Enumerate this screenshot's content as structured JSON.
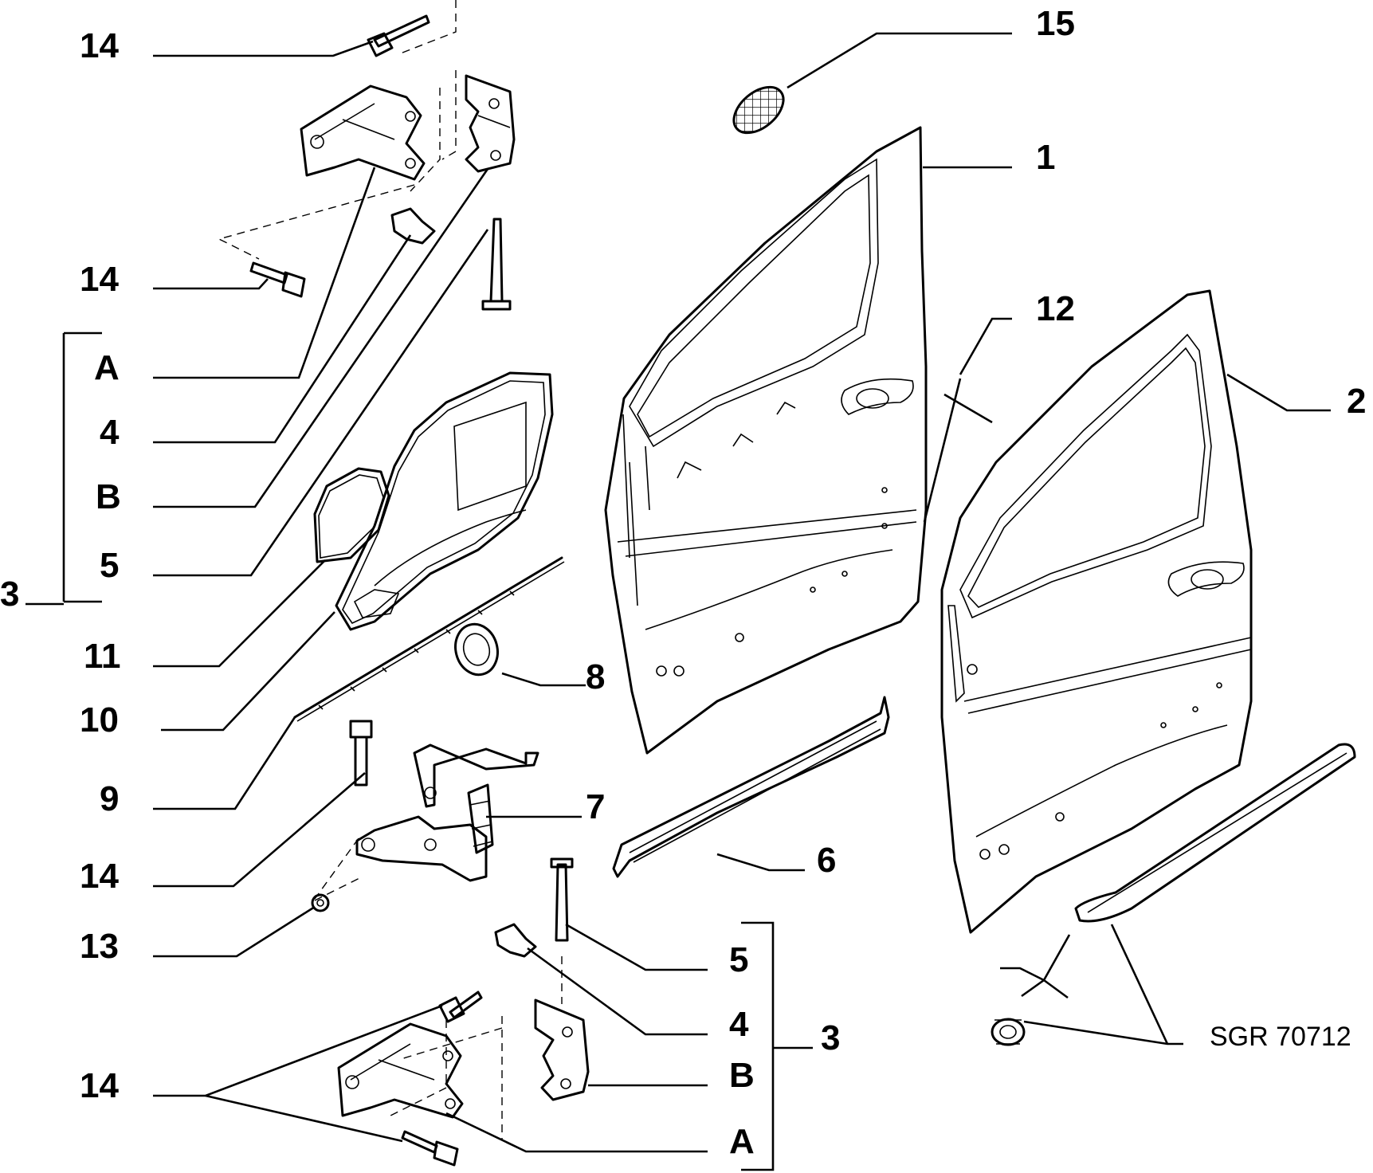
{
  "labels": {
    "n14_top": "14",
    "n15": "15",
    "n1": "1",
    "n14_mid": "14",
    "n12": "12",
    "n2": "2",
    "nA_top": "A",
    "n3_left": "3",
    "n4_top": "4",
    "nB_top": "B",
    "n5_top": "5",
    "n11": "11",
    "n8": "8",
    "n10": "10",
    "n9": "9",
    "n7": "7",
    "n14_lower": "14",
    "n6": "6",
    "n13": "13",
    "n5_bottom": "5",
    "n4_bottom": "4",
    "n3_right": "3",
    "nB_bottom": "B",
    "n14_bottom": "14",
    "nA_bottom": "A"
  },
  "reference_code": "SGR 70712"
}
